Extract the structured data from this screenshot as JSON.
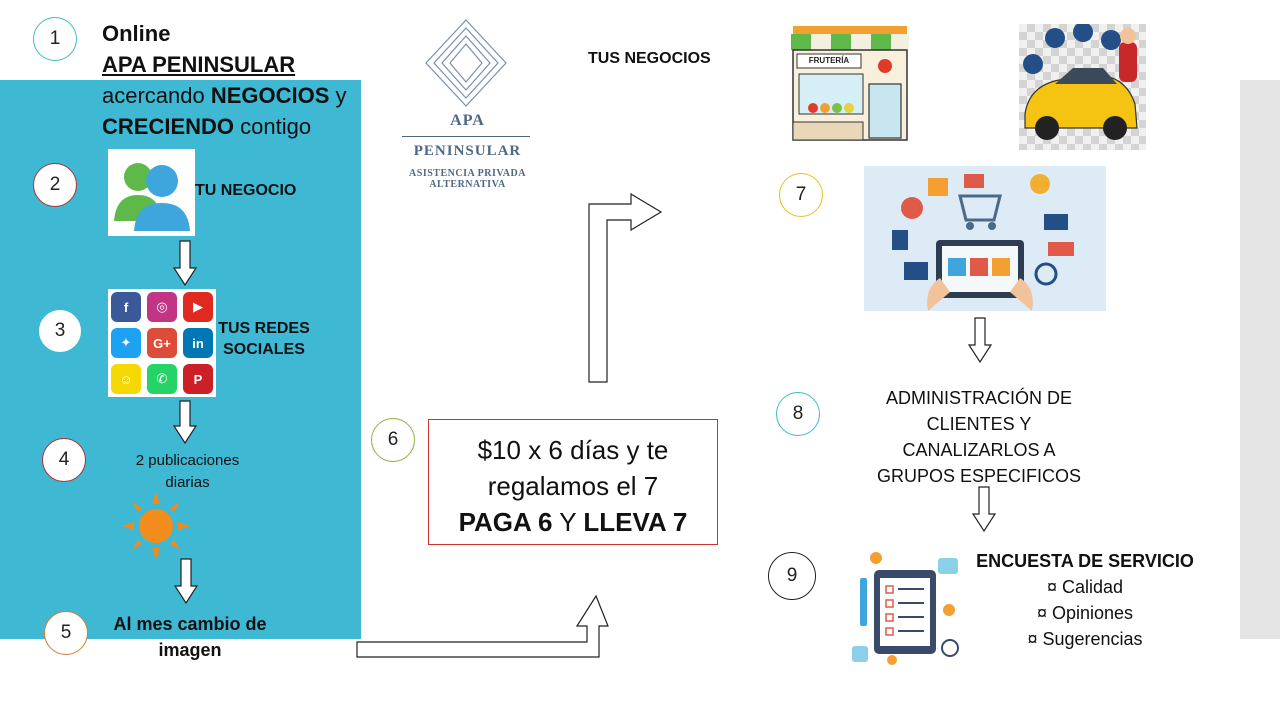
{
  "colors": {
    "panel_left": "#3fb8d4",
    "panel_right": "#e5e5e5",
    "promo_border": "#cc3333"
  },
  "step_numbers": [
    "1",
    "2",
    "3",
    "4",
    "5",
    "6",
    "7",
    "8",
    "9"
  ],
  "header": {
    "line1": "Online",
    "line2": "APA PENINSULAR",
    "line3_pre": "acercando ",
    "line3_bold": "NEGOCIOS",
    "line3_post": " y",
    "line4_bold": "CRECIENDO",
    "line4_post": " contigo"
  },
  "logo": {
    "name_top": "APA",
    "name_bottom": "PENINSULAR",
    "tagline": "ASISTENCIA PRIVADA ALTERNATIVA"
  },
  "steps": {
    "tu_negocio": "TU NEGOCIO",
    "redes_line1": "TUS REDES",
    "redes_line2": "SOCIALES",
    "publicaciones_line1": "2 publicaciones",
    "publicaciones_line2": "diarias",
    "cambio_line1": "Al mes cambio de",
    "cambio_line2": "imagen",
    "tus_negocios": "TUS NEGOCIOS"
  },
  "store": {
    "sign": "FRUTERÍA"
  },
  "promo": {
    "line1": "$10 x 6 días y te",
    "line2": "regalamos el 7",
    "line3_a": "PAGA 6",
    "line3_b": " Y ",
    "line3_c": "LLEVA 7"
  },
  "admin": {
    "line1": "ADMINISTRACIÓN DE",
    "line2": "CLIENTES Y",
    "line3": "CANALIZARLOS A",
    "line4": "GRUPOS ESPECIFICOS"
  },
  "encuesta": {
    "title": "ENCUESTA DE SERVICIO",
    "items": [
      "¤ Calidad",
      "¤ Opiniones",
      "¤ Sugerencias"
    ]
  },
  "social_icons": [
    "facebook-icon",
    "instagram-icon",
    "youtube-icon",
    "twitter-icon",
    "google-plus-icon",
    "linkedin-icon",
    "snapchat-icon",
    "whatsapp-icon",
    "pinterest-icon"
  ]
}
